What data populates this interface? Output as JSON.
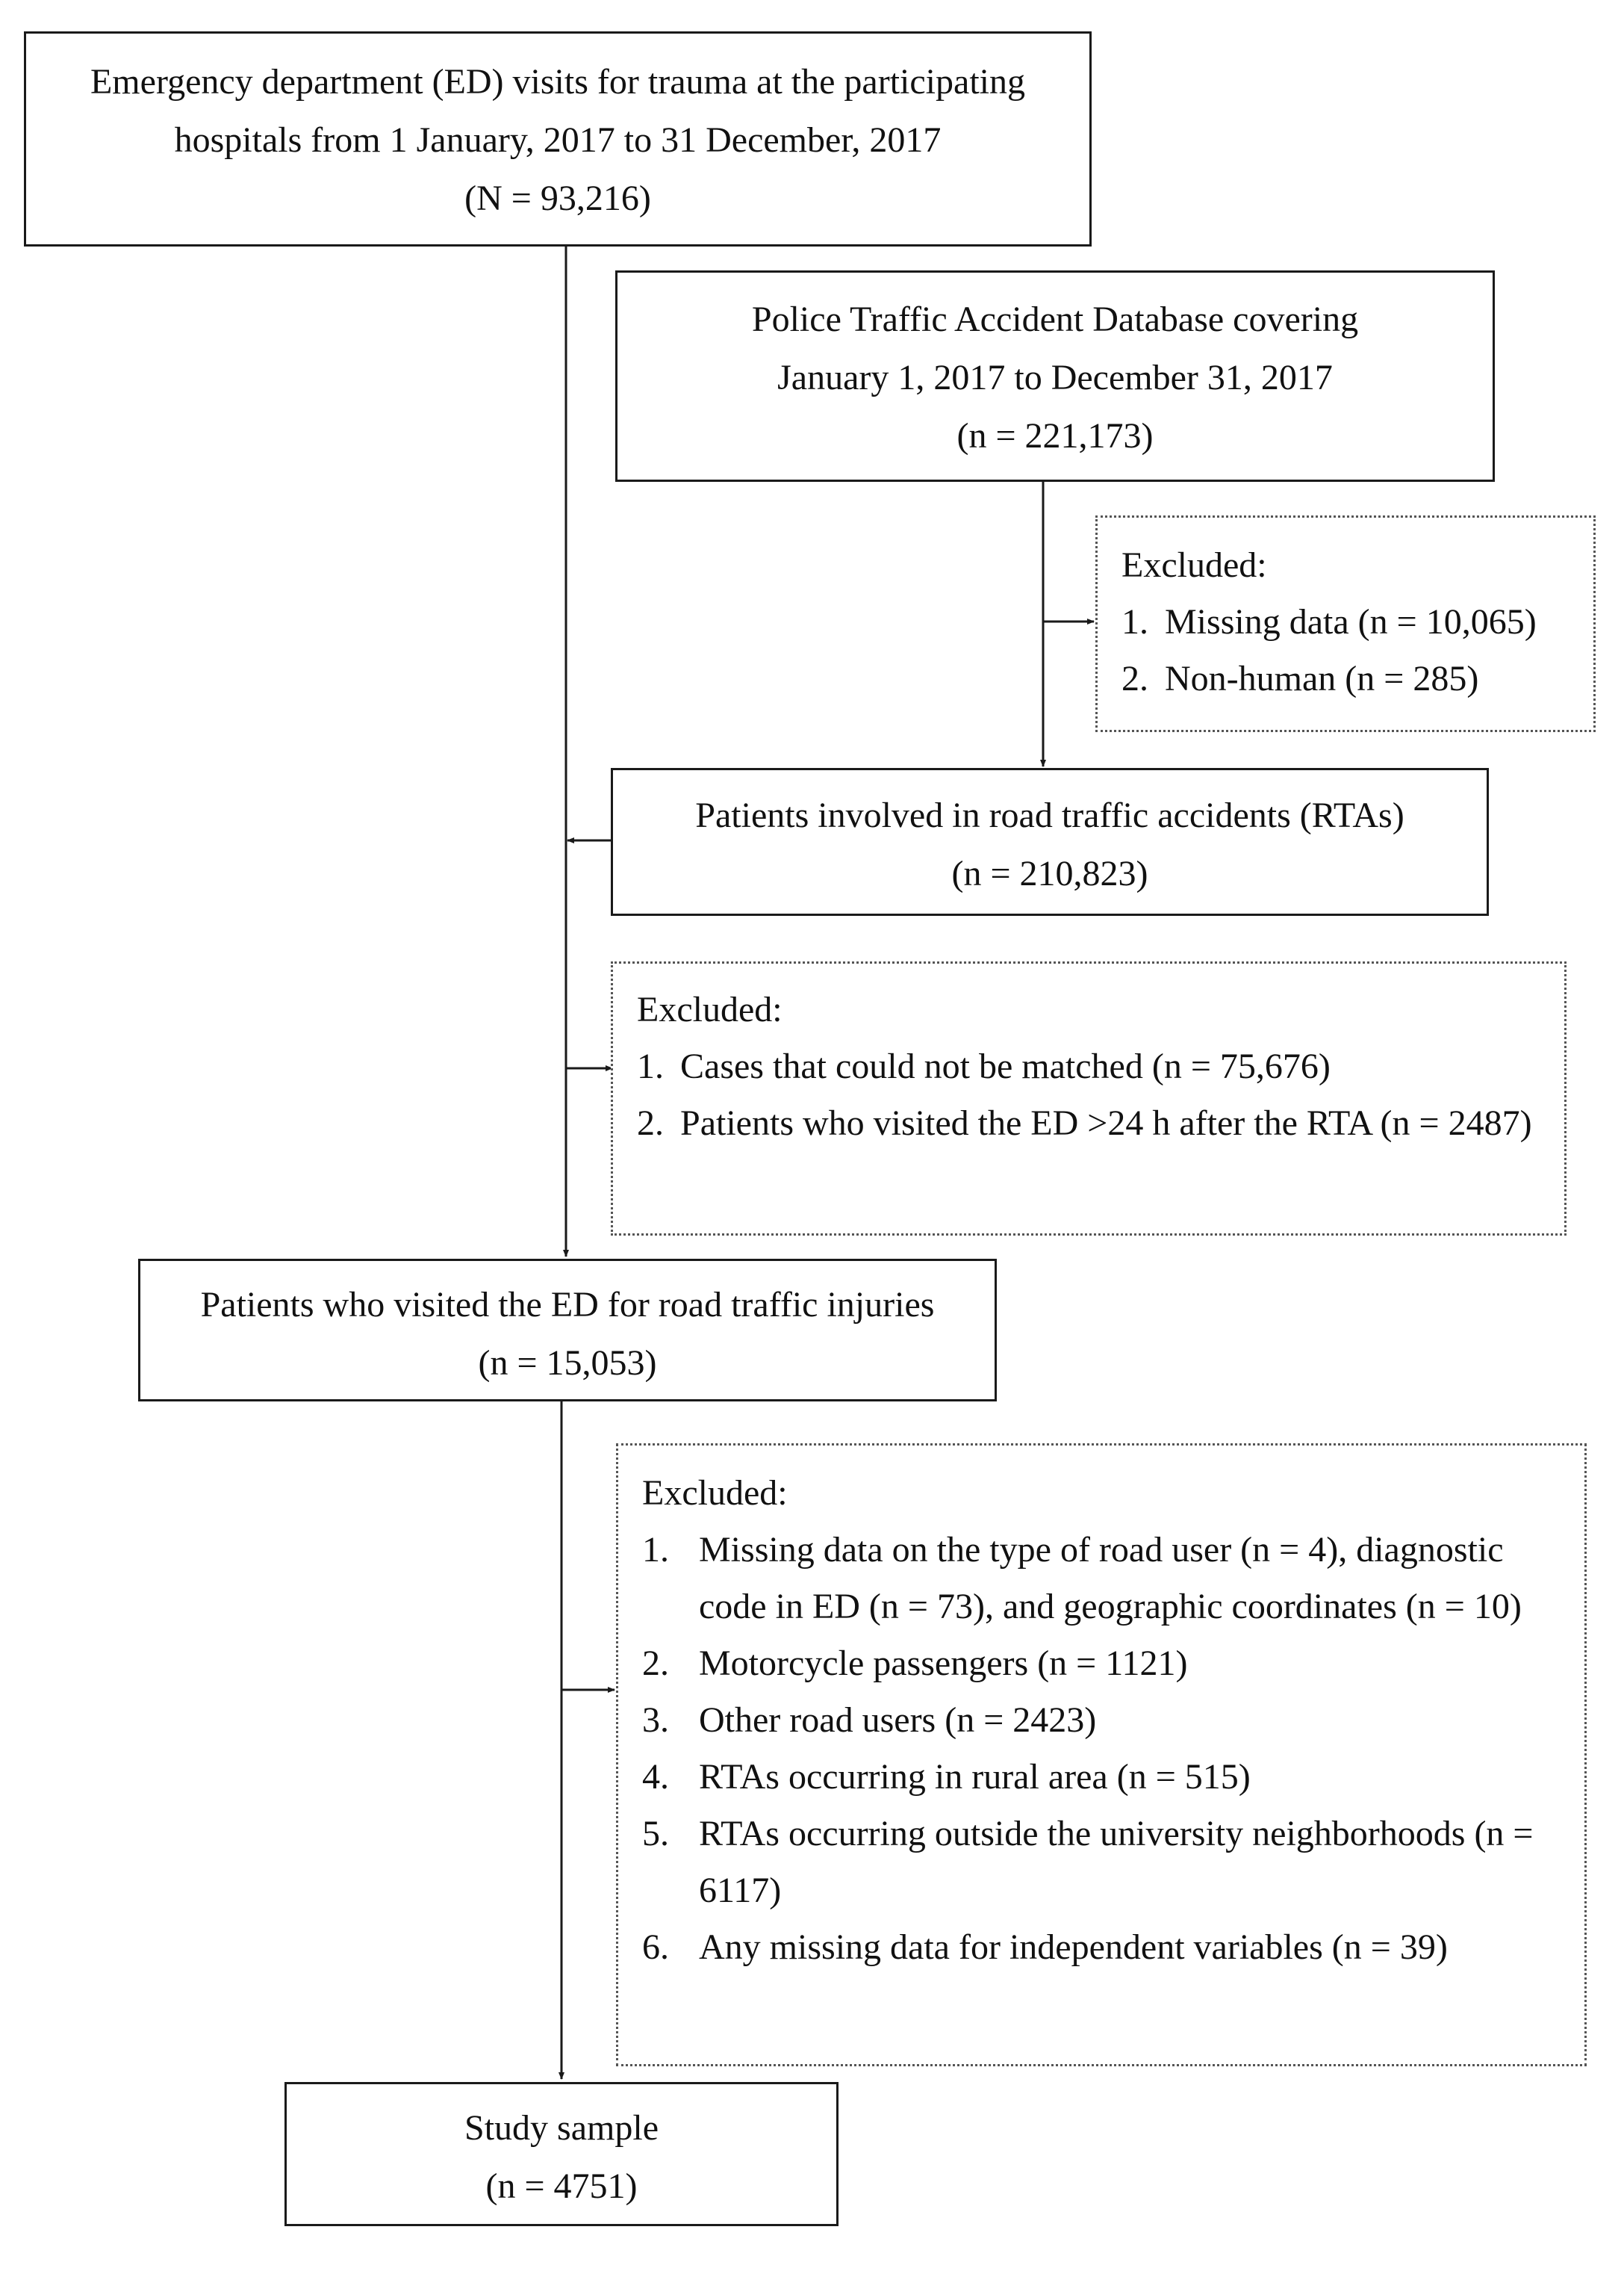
{
  "boxes": {
    "ed_visits": {
      "lines": [
        "Emergency department (ED) visits for trauma at the participating",
        "hospitals from 1 January, 2017 to 31 December, 2017",
        "(N = 93,216)"
      ]
    },
    "police_db": {
      "lines": [
        "Police Traffic Accident Database covering",
        "January 1, 2017 to December 31, 2017",
        "(n = 221,173)"
      ]
    },
    "rta_patients": {
      "lines": [
        "Patients involved in road traffic accidents (RTAs)",
        "(n = 210,823)"
      ]
    },
    "ed_road_injuries": {
      "lines": [
        "Patients who visited the ED for road traffic injuries",
        "(n = 15,053)"
      ]
    },
    "study_sample": {
      "lines": [
        "Study sample",
        "(n = 4751)"
      ]
    }
  },
  "exclusions": {
    "police": {
      "title": "Excluded:",
      "items": [
        {
          "num": "1.",
          "text": "Missing data (n = 10,065)"
        },
        {
          "num": "2.",
          "text": "Non-human (n = 285)"
        }
      ]
    },
    "matching": {
      "title": "Excluded:",
      "items": [
        {
          "num": "1.",
          "text": "Cases that could not be matched (n = 75,676)"
        },
        {
          "num": "2.",
          "text": "Patients who visited the ED >24 h after the RTA (n = 2487)"
        }
      ]
    },
    "final": {
      "title": "Excluded:",
      "items": [
        {
          "num": "1.",
          "text": "Missing data on the type of road user (n = 4), diagnostic code in ED (n = 73), and geographic coordinates (n = 10)"
        },
        {
          "num": "2.",
          "text": "Motorcycle passengers (n = 1121)"
        },
        {
          "num": "3.",
          "text": "Other road users (n = 2423)"
        },
        {
          "num": "4.",
          "text": "RTAs occurring in rural area (n = 515)"
        },
        {
          "num": "5.",
          "text": "RTAs occurring outside the university neighborhoods (n = 6117)"
        },
        {
          "num": "6.",
          "text": "Any missing data for independent variables (n = 39)"
        }
      ]
    }
  }
}
